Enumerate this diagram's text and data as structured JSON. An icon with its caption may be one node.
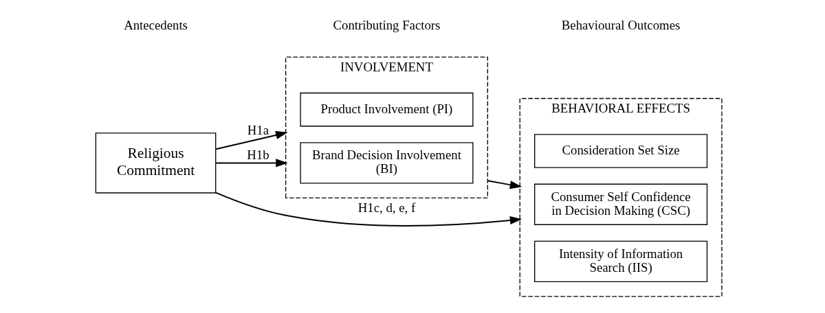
{
  "diagram": {
    "nodes": [
      {
        "text": [
          "Religious Commitment"
        ]
      },
      {
        "text": [
          "INVOLVEMENT"
        ]
      },
      {
        "text": [
          "Product Involvement (PI)"
        ],
        "in": 1
      },
      {
        "text": [
          "Brand Decision Involvement (BI)"
        ],
        "in": 1
      },
      {
        "text": [
          "BEHAVIORAL EFFECTS"
        ]
      },
      {
        "text": [
          "Consideration Set Size"
        ],
        "in": 4
      },
      {
        "text": [
          "Consumer Self Confidence in Decision Making (CSC)"
        ],
        "in": 4
      },
      {
        "text": [
          "Intensity of Information Search (IIS)"
        ],
        "in": 4
      }
    ],
    "edges": [
      {
        "from": 0,
        "to": 1,
        "arrow": "to",
        "label": "H1a"
      },
      {
        "from": 0,
        "to": 1,
        "arrow": "to",
        "label": "H1b"
      },
      {
        "from": 1,
        "to": 4,
        "arrow": "to"
      },
      {
        "from": 0,
        "to": 4,
        "arrow": "to",
        "label": "H1c, d, e, f"
      }
    ],
    "labels": [
      "Antecedents",
      "Contributing Factors",
      "Behavioural Outcomes"
    ]
  }
}
